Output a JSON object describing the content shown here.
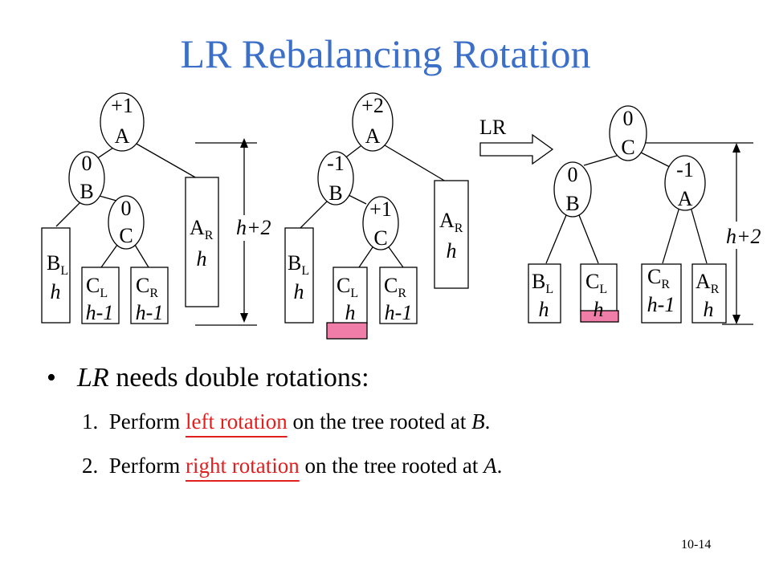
{
  "title": "LR Rebalancing Rotation",
  "colors": {
    "title": "#3b6fc8",
    "highlight": "#e01f1f",
    "new_node_fill": "#f07ca8"
  },
  "diagram": {
    "arrow_label": "LR",
    "tree1": {
      "A": {
        "bf": "+1",
        "name": "A"
      },
      "B": {
        "bf": "0",
        "name": "B"
      },
      "C": {
        "bf": "0",
        "name": "C"
      },
      "BL": {
        "base": "B",
        "sub": "L",
        "height": "h"
      },
      "CL": {
        "base": "C",
        "sub": "L",
        "height": "h-1"
      },
      "CR": {
        "base": "C",
        "sub": "R",
        "height": "h-1"
      },
      "AR": {
        "base": "A",
        "sub": "R",
        "height": "h"
      },
      "span": "h+2"
    },
    "tree2": {
      "A": {
        "bf": "+2",
        "name": "A"
      },
      "B": {
        "bf": "-1",
        "name": "B"
      },
      "C": {
        "bf": "+1",
        "name": "C"
      },
      "BL": {
        "base": "B",
        "sub": "L",
        "height": "h"
      },
      "CL": {
        "base": "C",
        "sub": "L",
        "height": "h"
      },
      "CR": {
        "base": "C",
        "sub": "R",
        "height": "h-1"
      },
      "AR": {
        "base": "A",
        "sub": "R",
        "height": "h"
      }
    },
    "tree3": {
      "C": {
        "bf": "0",
        "name": "C"
      },
      "B": {
        "bf": "0",
        "name": "B"
      },
      "A": {
        "bf": "-1",
        "name": "A"
      },
      "BL": {
        "base": "B",
        "sub": "L",
        "height": "h"
      },
      "CL": {
        "base": "C",
        "sub": "L",
        "height": "h"
      },
      "CR": {
        "base": "C",
        "sub": "R",
        "height": "h-1"
      },
      "AR": {
        "base": "A",
        "sub": "R",
        "height": "h"
      },
      "span": "h+2"
    }
  },
  "bullet": {
    "lead": "LR",
    "rest": " needs double rotations:"
  },
  "steps": [
    {
      "num": "1.",
      "pre": "Perform ",
      "highlight": "left rotation",
      "post": " on the tree rooted at ",
      "node": "B",
      "end": "."
    },
    {
      "num": "2.",
      "pre": "Perform ",
      "highlight": "right rotation",
      "post": " on the tree rooted at ",
      "node": "A",
      "end": "."
    }
  ],
  "slide_number": "10-14"
}
